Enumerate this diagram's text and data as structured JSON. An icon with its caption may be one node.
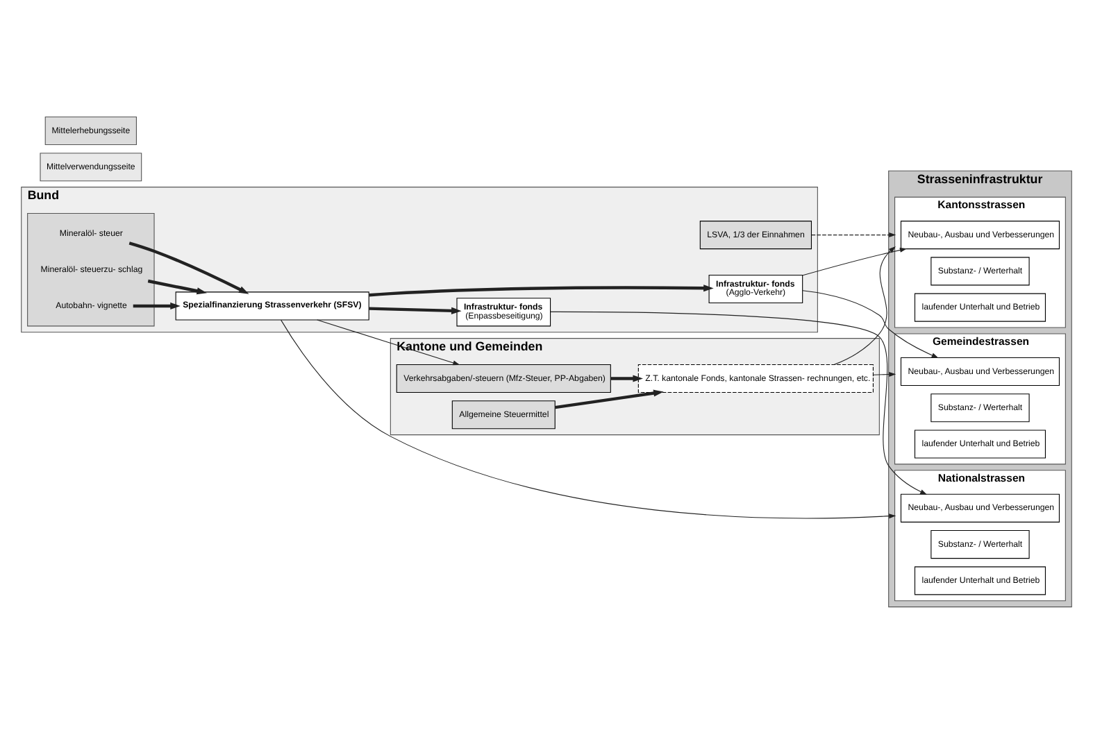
{
  "diagram": {
    "nodes": [
      {
        "text": [
          "Bund"
        ]
      },
      {
        "text": [],
        "shape": "box",
        "in": 0
      },
      {
        "text": [
          "Mineralöl- steuer"
        ],
        "in": 1
      },
      {
        "text": [
          "Mineralöl- steuerzu- schlag"
        ],
        "in": 1
      },
      {
        "text": [
          "Autobahn- vignette"
        ],
        "in": 1
      },
      {
        "text": [
          "Spezialfinanzierung Strassenverkehr (SFSV)"
        ],
        "in": 0
      },
      {
        "text": [
          "Infrastruktur- fonds",
          "(Agglo-Verkehr)"
        ],
        "in": 0
      },
      {
        "text": [
          "Infrastruktur- fonds",
          "(Enpassbeseitigung)"
        ],
        "in": 0
      },
      {
        "text": [
          "LSVA, 1/3 der Einnahmen"
        ],
        "in": 0
      },
      {
        "text": [
          "Kantone und Gemeinden"
        ]
      },
      {
        "text": [
          "Verkehrsabgaben/-steuern (Mfz-Steuer, PP-Abgaben)"
        ],
        "in": 9
      },
      {
        "text": [
          "Allgemeine Steuermittel"
        ],
        "in": 9
      },
      {
        "text": [
          "Z.T. kantonale Fonds, kantonale Strassen- rechnungen, etc."
        ],
        "in": 9
      },
      {
        "text": [
          "Strasseninfrastruktur"
        ]
      },
      {
        "text": [
          "Nationalstrassen"
        ],
        "in": 13
      },
      {
        "text": [
          "Neubau-, Ausbau und Verbesserungen"
        ],
        "in": 14
      },
      {
        "text": [
          "Substanz- / Werterhalt"
        ],
        "in": 14
      },
      {
        "text": [
          "laufender Unterhalt und Betrieb"
        ],
        "in": 14
      },
      {
        "text": [
          "Kantonsstrassen"
        ],
        "in": 13
      },
      {
        "text": [
          "Neubau-, Ausbau und Verbesserungen"
        ],
        "in": 18
      },
      {
        "text": [
          "Substanz- / Werterhalt"
        ],
        "in": 18
      },
      {
        "text": [
          "laufender Unterhalt und Betrieb"
        ],
        "in": 18
      },
      {
        "text": [
          "Gemeindestrassen"
        ],
        "in": 13
      },
      {
        "text": [
          "Neubau-, Ausbau und Verbesserungen"
        ],
        "in": 22
      },
      {
        "text": [
          "Substanz- / Werterhalt"
        ],
        "in": 22
      },
      {
        "text": [
          "laufender Unterhalt und Betrieb"
        ],
        "in": 22
      }
    ],
    "edges": [
      {
        "from": 2,
        "to": 5,
        "arrow": "to",
        "style": "thick"
      },
      {
        "from": 3,
        "to": 5,
        "arrow": "to",
        "style": "thick"
      },
      {
        "from": 4,
        "to": 5,
        "arrow": "to",
        "style": "thick"
      },
      {
        "from": 5,
        "to": 6,
        "arrow": "to",
        "style": "thick"
      },
      {
        "from": 5,
        "to": 7,
        "arrow": "to",
        "style": "thick"
      },
      {
        "from": 6,
        "to": 19,
        "arrow": "to"
      },
      {
        "from": 6,
        "to": 23,
        "arrow": "to"
      },
      {
        "from": 7,
        "to": 15,
        "arrow": "to"
      },
      {
        "from": 5,
        "to": 14,
        "arrow": "to"
      },
      {
        "from": 5,
        "to": 10,
        "arrow": "to"
      },
      {
        "from": 8,
        "to": 18,
        "arrow": "to",
        "style": "dashed"
      },
      {
        "from": 10,
        "to": 12,
        "arrow": "to",
        "style": "thick"
      },
      {
        "from": 11,
        "to": 12,
        "arrow": "to",
        "style": "thick"
      },
      {
        "from": 12,
        "to": 18,
        "arrow": "to"
      },
      {
        "from": 12,
        "to": 22,
        "arrow": "to"
      }
    ],
    "legend": [
      {
        "text": "Mittelerhebungsseite",
        "color": "#dcdcdc"
      },
      {
        "text": "Mittelverwendungsseite",
        "color": "#e9e9e9"
      }
    ]
  }
}
